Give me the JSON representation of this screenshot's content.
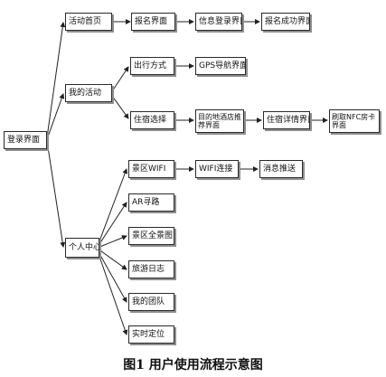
{
  "caption": "图1 用户使用流程示意图",
  "nodes": {
    "login": "登录界面",
    "home": "活动首页",
    "mine": "我的活动",
    "center": "个人中心",
    "signup": "报名界面",
    "info_login": "信息登录界面",
    "signup_ok": "报名成功界面",
    "travel": "出行方式",
    "gps": "GPS导航界面",
    "stay": "住宿选择",
    "map_hotel": "目的地酒店推荐界面",
    "hotel_detail": "住宿详情界面",
    "nfc": "刷取NFC房卡界面",
    "wifi": "景区WIFI",
    "wifi_conn": "WIFI连接",
    "push": "消息推送",
    "ar": "AR寻路",
    "panorama": "景区全景图",
    "log": "旅游日志",
    "team": "我的团队",
    "locate": "实时定位"
  }
}
